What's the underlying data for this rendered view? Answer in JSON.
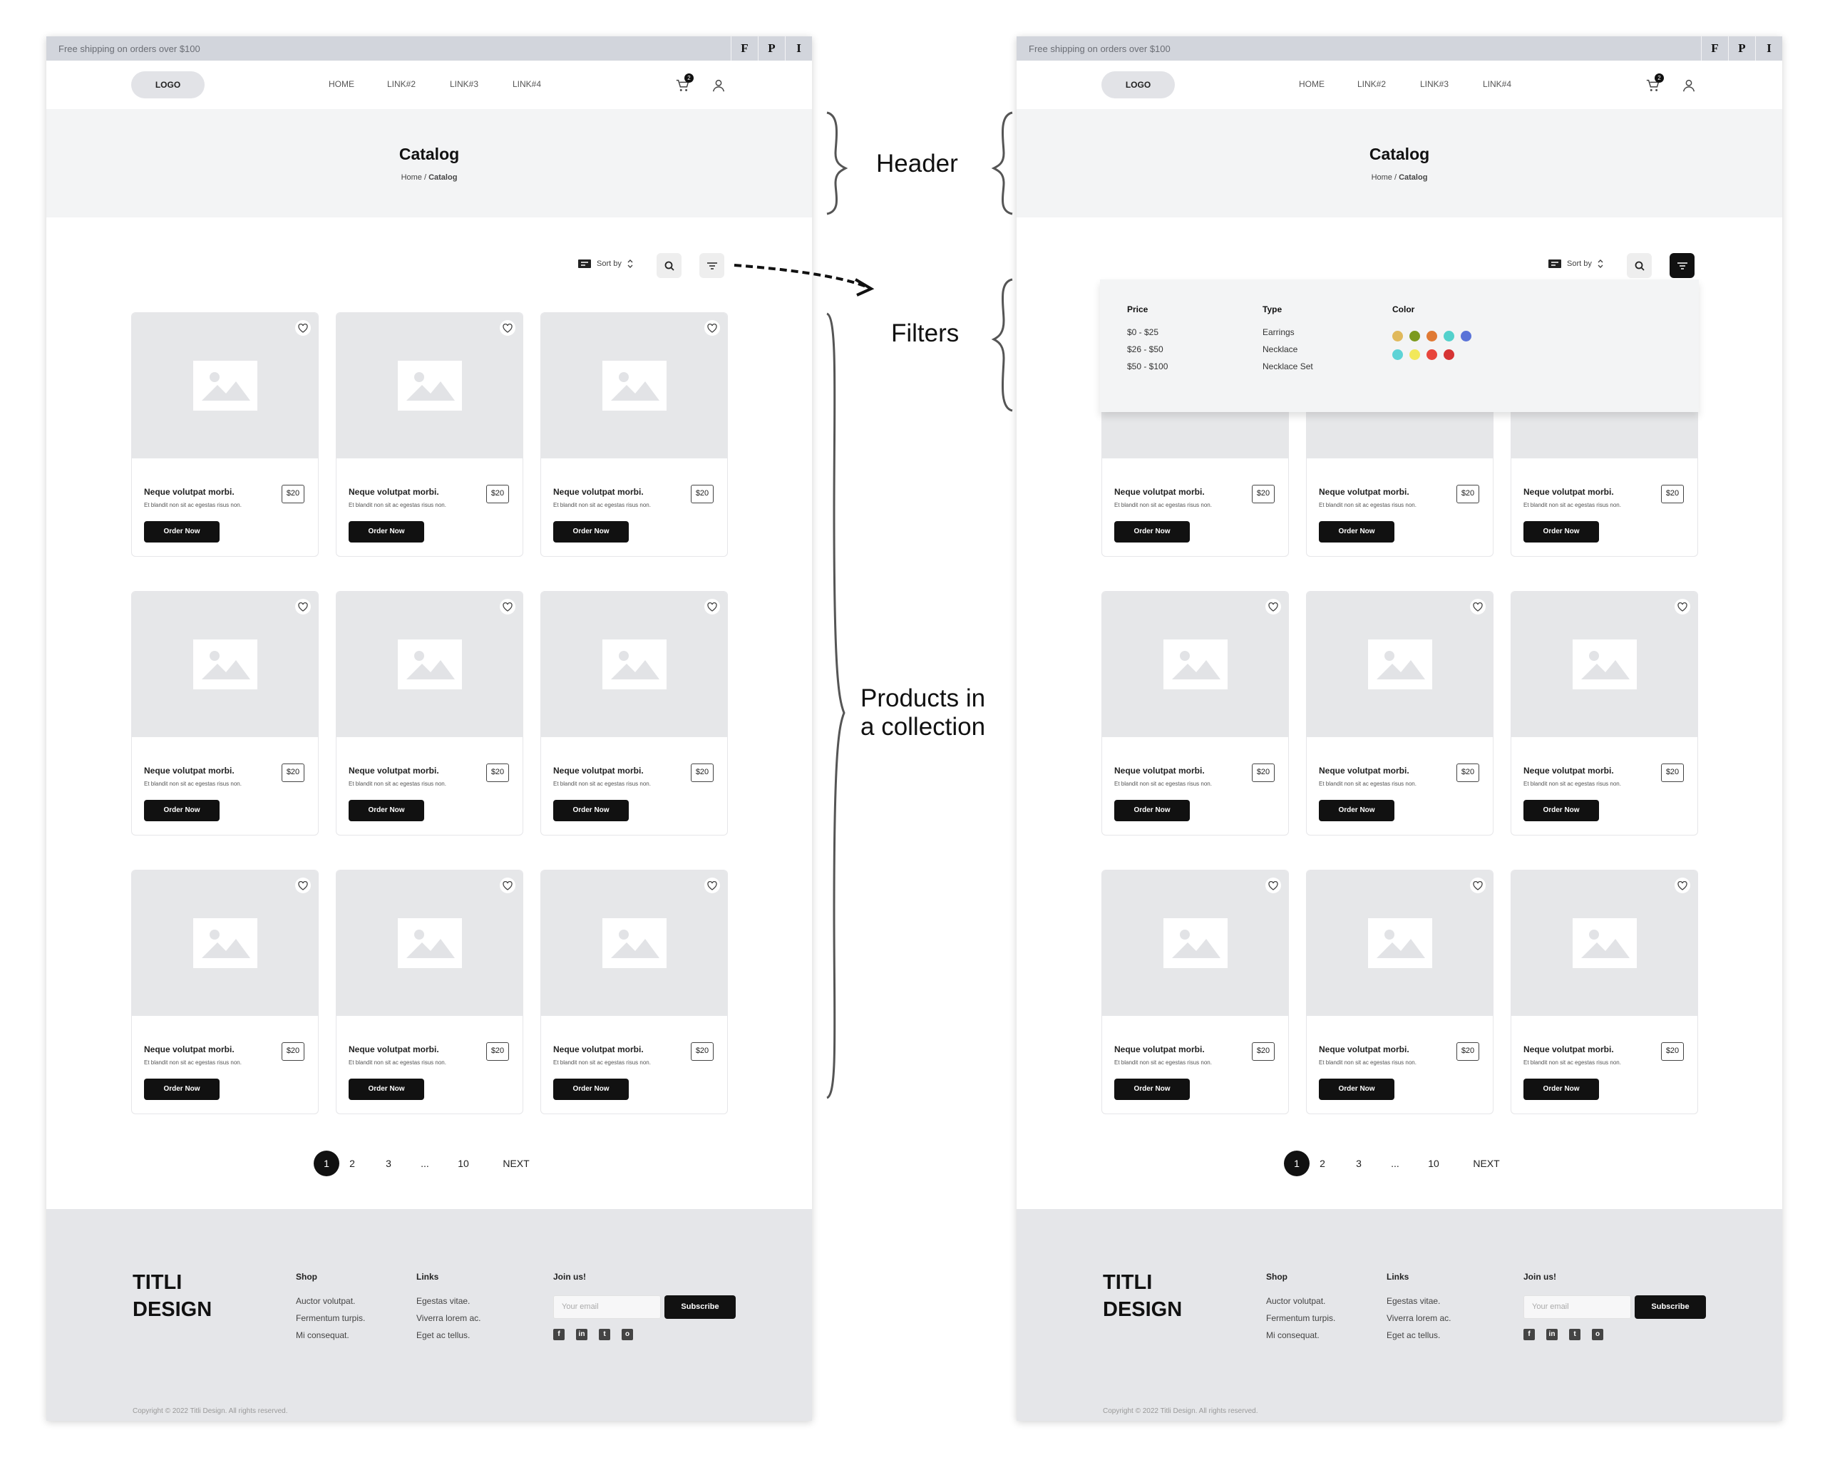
{
  "topbar": {
    "promo": "Free shipping on orders over $100",
    "social": [
      "F",
      "P",
      "I"
    ]
  },
  "nav": {
    "logo": "LOGO",
    "links": [
      "HOME",
      "LINK#2",
      "LINK#3",
      "LINK#4"
    ],
    "cart_count": "2"
  },
  "hero": {
    "title": "Catalog",
    "crumb_home": "Home / ",
    "crumb_current": "Catalog"
  },
  "toolbar": {
    "sort_label": "Sort by"
  },
  "product": {
    "name": "Neque volutpat morbi.",
    "desc": "Et blandit non sit ac egestas risus non.",
    "price": "$20",
    "button": "Order Now"
  },
  "pagination": {
    "pages": [
      "1",
      "2",
      "3",
      "...",
      "10"
    ],
    "next": "NEXT"
  },
  "footer": {
    "brand_line1": "TITLI",
    "brand_line2": "DESIGN",
    "shop": {
      "heading": "Shop",
      "items": [
        "Auctor volutpat.",
        "Fermentum turpis.",
        "Mi consequat."
      ]
    },
    "links": {
      "heading": "Links",
      "items": [
        "Egestas vitae.",
        "Viverra lorem ac.",
        "Eget ac tellus."
      ]
    },
    "join": {
      "heading": "Join us!",
      "placeholder": "Your email",
      "button": "Subscribe"
    },
    "copyright": "Copyright © 2022 Titli Design. All rights reserved."
  },
  "filters": {
    "price": {
      "heading": "Price",
      "items": [
        "$0 - $25",
        "$26 - $50",
        "$50 - $100"
      ]
    },
    "type": {
      "heading": "Type",
      "items": [
        "Earrings",
        "Necklace",
        "Necklace Set"
      ]
    },
    "color": {
      "heading": "Color",
      "swatches": [
        "#e0b95c",
        "#7c9a1e",
        "#e07a34",
        "#53d1cc",
        "#5a73d8",
        "#5dd3d6",
        "#f2e85a",
        "#e8453c",
        "#d63434"
      ]
    }
  },
  "annotations": {
    "header": "Header",
    "filters": "Filters",
    "products_line1": "Products in",
    "products_line2": "a collection"
  }
}
